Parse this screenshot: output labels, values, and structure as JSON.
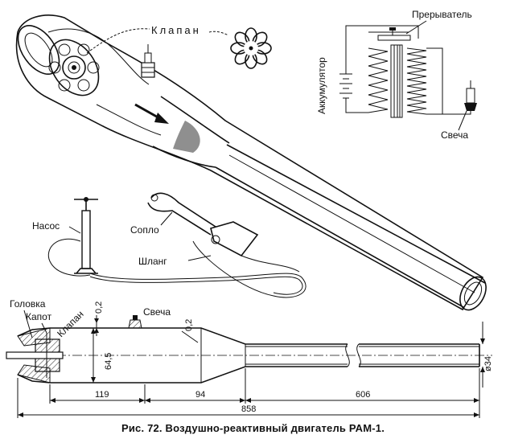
{
  "labels": {
    "valve_top": "Клапан",
    "accumulator": "Аккумулятор",
    "interrupter": "Прерыватель",
    "spark_plug_top": "Свеча",
    "pump": "Насос",
    "nozzle": "Сопло",
    "hose": "Шланг",
    "head": "Головка",
    "hood": "Капот",
    "valve_section": "Клапан",
    "spark_plug_section": "Свеча"
  },
  "dimensions": {
    "gap_left": "0,2",
    "gap_right": "0,2",
    "diameter_chamber": "64,5",
    "diameter_pipe": "ø34",
    "length_chamber": "119",
    "length_cone": "94",
    "length_pipe": "606",
    "length_total": "858"
  },
  "caption": "Рис. 72. Воздушно-реактивный двигатель РАМ-1."
}
